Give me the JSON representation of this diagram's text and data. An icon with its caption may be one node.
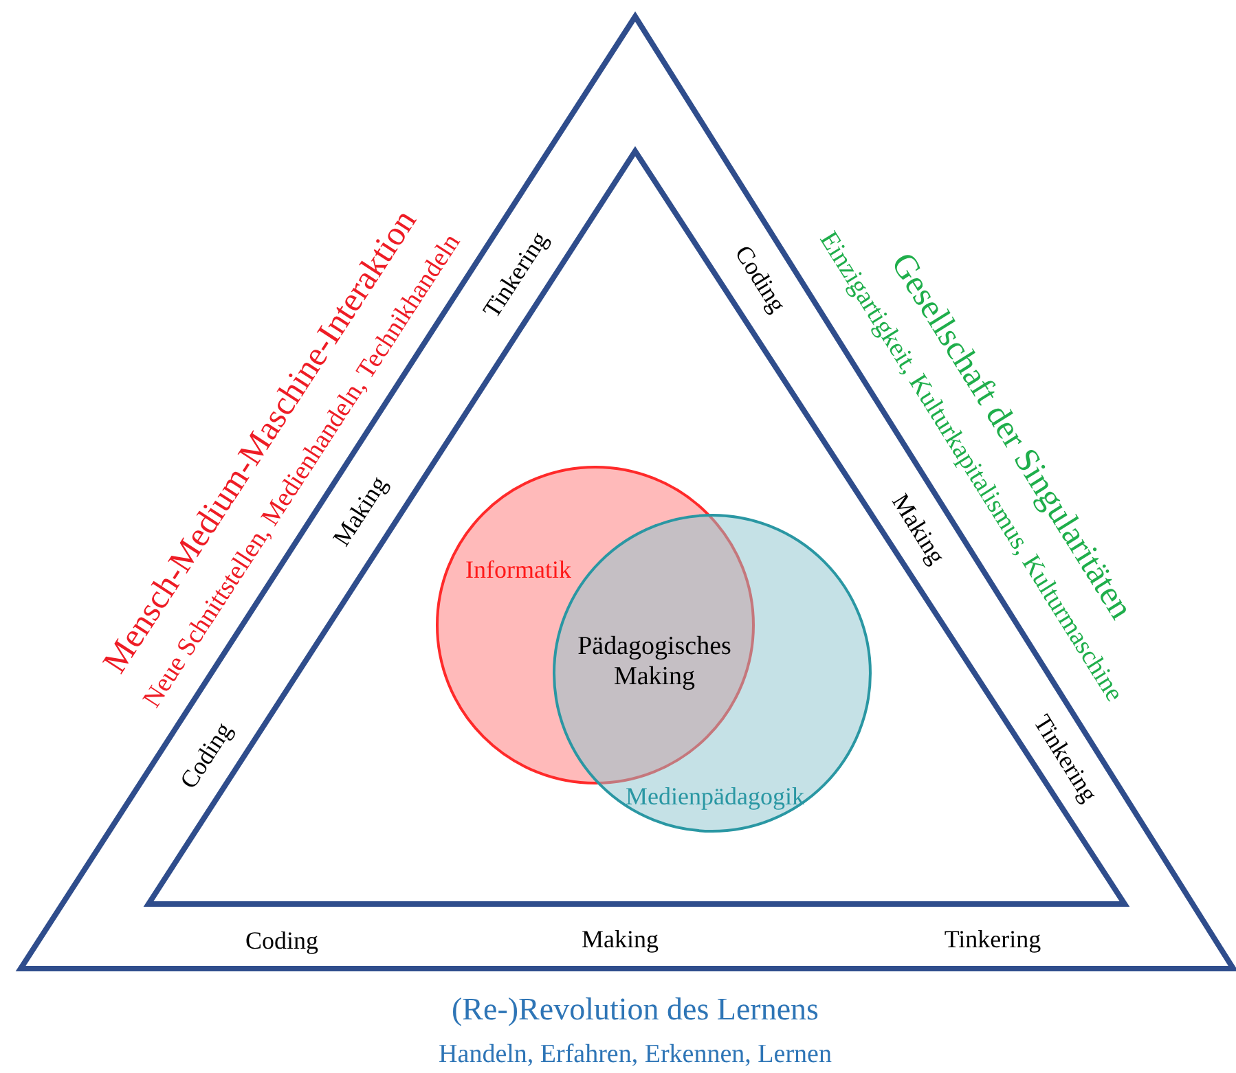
{
  "diagram": {
    "nodes": [
      {
        "text": [
          "Informatik"
        ]
      },
      {
        "text": [
          "Medienpädagogik"
        ]
      }
    ],
    "labels": [
      "Mensch-Medium-Maschine-Interaktion",
      "Neue Schnittstellen, Medienhandeln, Technikhandeln",
      "Gesellschaft der Singularitäten",
      "Einzigartigkeit, Kulturkapitalismus, Kulturmaschine",
      "Tinkering",
      "Coding",
      "Making",
      "Making",
      "Pädagogisches Making",
      "Coding",
      "Tinkering",
      "Coding",
      "Making",
      "Tinkering",
      "(Re-)Revolution des Lernens",
      "Handeln, Erfahren, Erkennen, Lernen"
    ]
  }
}
